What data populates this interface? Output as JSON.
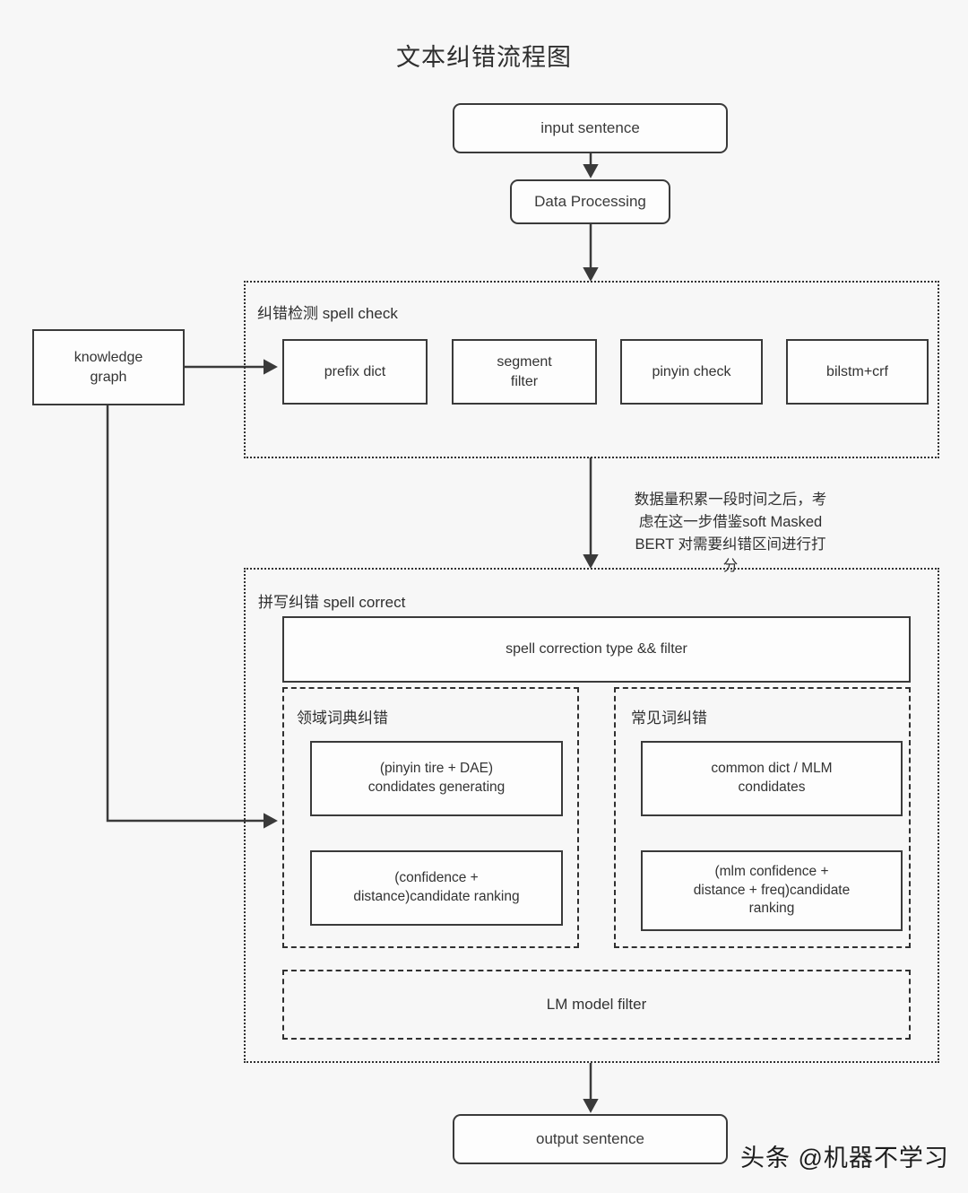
{
  "title": "文本纠错流程图",
  "nodes": {
    "input": "input sentence",
    "data_processing": "Data Processing",
    "knowledge_graph": "knowledge\ngraph",
    "output": "output sentence"
  },
  "spell_check": {
    "label": "纠错检测 spell check",
    "boxes": [
      {
        "label": "prefix dict"
      },
      {
        "label": "segment\nfilter"
      },
      {
        "label": "pinyin check"
      },
      {
        "label": "bilstm+crf"
      }
    ]
  },
  "annotation": "数据量积累一段时间之后，考\n虑在这一步借鉴soft Masked\nBERT 对需要纠错区间进行打\n分",
  "spell_correct": {
    "label": "拼写纠错 spell correct",
    "type_filter": "spell correction type && filter",
    "domain": {
      "label": "领域词典纠错",
      "boxes": [
        {
          "label": "(pinyin tire + DAE)\ncondidates generating"
        },
        {
          "label": "(confidence +\ndistance)candidate ranking"
        }
      ]
    },
    "common": {
      "label": "常见词纠错",
      "boxes": [
        {
          "label": "common dict / MLM\ncondidates"
        },
        {
          "label": "(mlm confidence +\ndistance + freq)candidate\nranking"
        }
      ]
    },
    "lm_filter": "LM model filter"
  },
  "watermark": "头条 @机器不学习",
  "colors": {
    "background": "#f7f7f7",
    "stroke": "#3a3a3a",
    "group_stroke": "#303030",
    "text": "#2f2f2f",
    "box_fill": "#fdfdfd"
  }
}
